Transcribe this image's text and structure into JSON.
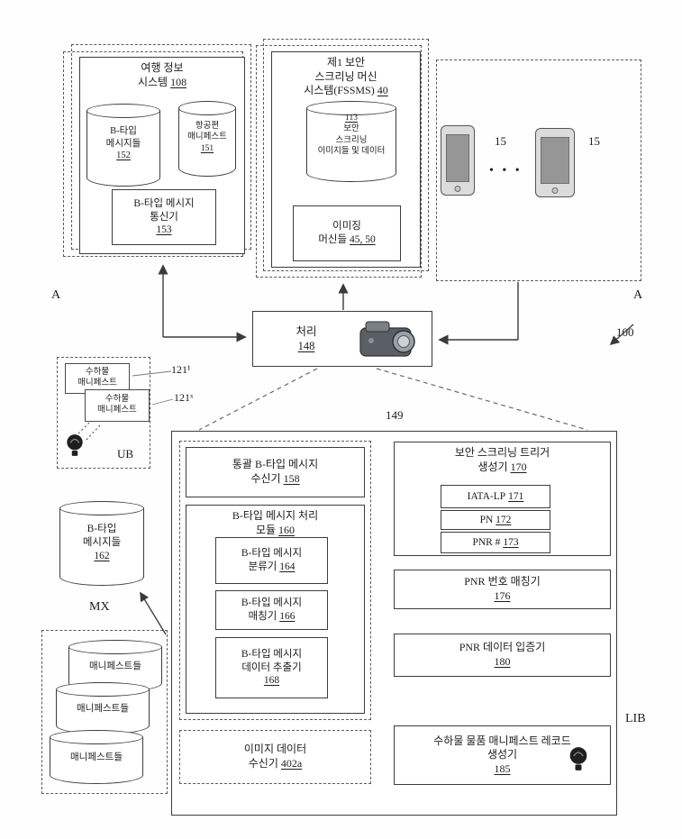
{
  "labels": {
    "a_left": "A",
    "a_right": "A",
    "ref_100": "100",
    "ref_149": "149",
    "ref_121_1": "121¹",
    "ref_121_x": "121ˣ",
    "ub": "UB",
    "mx": "MX",
    "lib": "LIB",
    "ellipsis": "• • •",
    "ref_15_left": "15",
    "ref_15_right": "15"
  },
  "travel_info_system": {
    "title1": "여행 정보",
    "title2": "시스템",
    "ref": "108",
    "db_messages": {
      "l1": "B-타입",
      "l2": "메시지들",
      "ref": "152"
    },
    "db_manifest": {
      "l1": "항공편",
      "l2": "매니페스트",
      "ref": "151"
    },
    "communicator": {
      "l1": "B-타입 메시지",
      "l2": "통신기",
      "ref": "153"
    }
  },
  "fssms": {
    "title1": "제1 보안",
    "title2": "스크리닝 머신",
    "title3": "시스템(FSSMS)",
    "ref": "40",
    "db": {
      "ref": "113",
      "l1": "보안",
      "l2": "스크리닝",
      "l3": "이미지들 및 데이터"
    },
    "imaging": {
      "l1": "이미징",
      "l2": "머신들",
      "ref": "45, 50"
    }
  },
  "processor": {
    "label": "처리",
    "ref": "148"
  },
  "ub_group": {
    "doc1": {
      "l1": "수하물",
      "l2": "매니페스트"
    },
    "doc2": {
      "l1": "수하물",
      "l2": "매니페스트"
    }
  },
  "btype_db": {
    "l1": "B-타입",
    "l2": "메시지들",
    "ref": "162"
  },
  "manifest_group": {
    "cyl1": "매니페스트들",
    "cyl2": "매니페스트들",
    "cyl3": "매니페스트들"
  },
  "main": {
    "receiver": {
      "l1": "통괄 B-타입 메시지",
      "l2": "수신기",
      "ref": "158"
    },
    "processing_module": {
      "l1": "B-타입 메시지 처리",
      "l2": "모듈",
      "ref": "160"
    },
    "classifier": {
      "l1": "B-타입 메시지",
      "l2": "분류기",
      "ref": "164"
    },
    "matcher": {
      "l1": "B-타입 메시지",
      "l2": "매칭기",
      "ref": "166"
    },
    "extractor": {
      "l1": "B-타입 메시지",
      "l2": "데이터 추출기",
      "ref": "168"
    },
    "image_receiver": {
      "l1": "이미지 데이터",
      "l2": "수신기",
      "ref": "402a"
    },
    "trigger_generator": {
      "l1": "보안 스크리닝 트리거",
      "l2": "생성기",
      "ref": "170"
    },
    "iata": {
      "label": "IATA-LP",
      "ref": "171"
    },
    "pn": {
      "label": "PN",
      "ref": "172"
    },
    "pnr": {
      "label": "PNR #",
      "ref": "173"
    },
    "pnr_matcher": {
      "label": "PNR 번호 매칭기",
      "ref": "176"
    },
    "pnr_validator": {
      "label": "PNR 데이터 입증기",
      "ref": "180"
    },
    "record_generator": {
      "l1": "수하물 물품 매니페스트 레코드",
      "l2": "생성기",
      "ref": "185"
    }
  }
}
